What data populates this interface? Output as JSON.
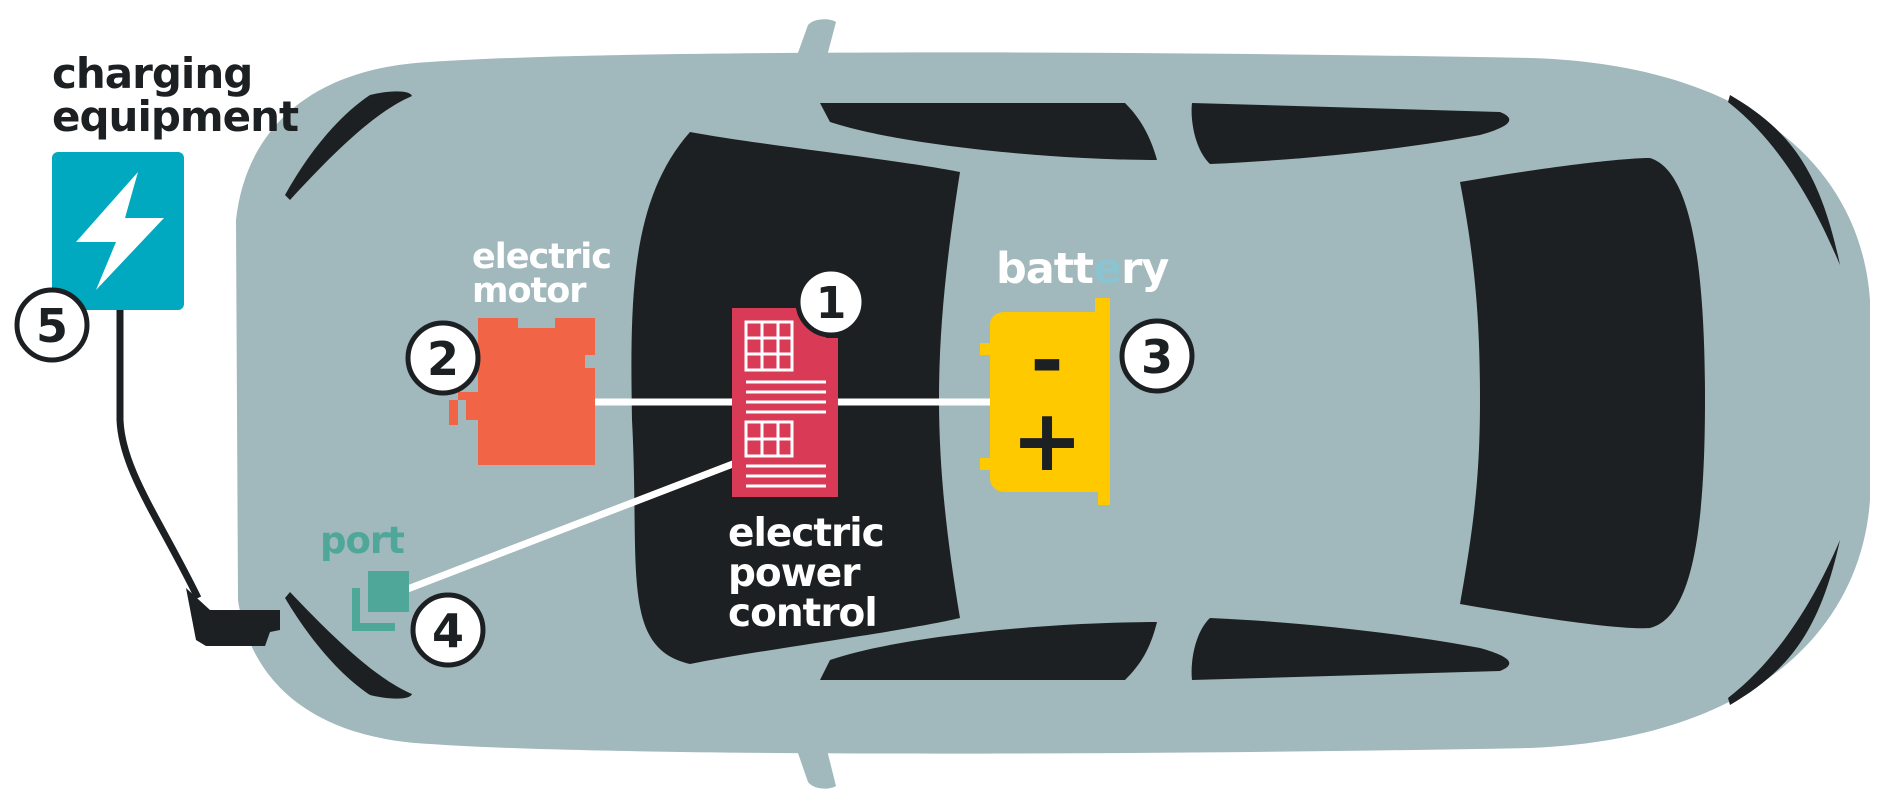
{
  "labels": {
    "charging_equipment": [
      "charging",
      "equipment"
    ],
    "electric_motor": [
      "electric",
      "motor"
    ],
    "battery": {
      "pre": "batt",
      "mid": "e",
      "post": "ry"
    },
    "port": "port",
    "electric_power_control": [
      "electric",
      "power",
      "control"
    ]
  },
  "markers": [
    "1",
    "2",
    "3",
    "4",
    "5"
  ],
  "battery_terminals": {
    "negative": "-",
    "positive": "+"
  },
  "colors": {
    "car_body": "#a1b8bd",
    "windows": "#1c2022",
    "charger": "#00a8c0",
    "motor": "#f26446",
    "power_control": "#d93a55",
    "battery": "#ffc900",
    "port": "#4fa79a",
    "wires": "#ffffff",
    "cable": "#1c2022"
  },
  "icons": {
    "charger": "lightning-bolt-icon",
    "port": "charging-port-icon"
  }
}
